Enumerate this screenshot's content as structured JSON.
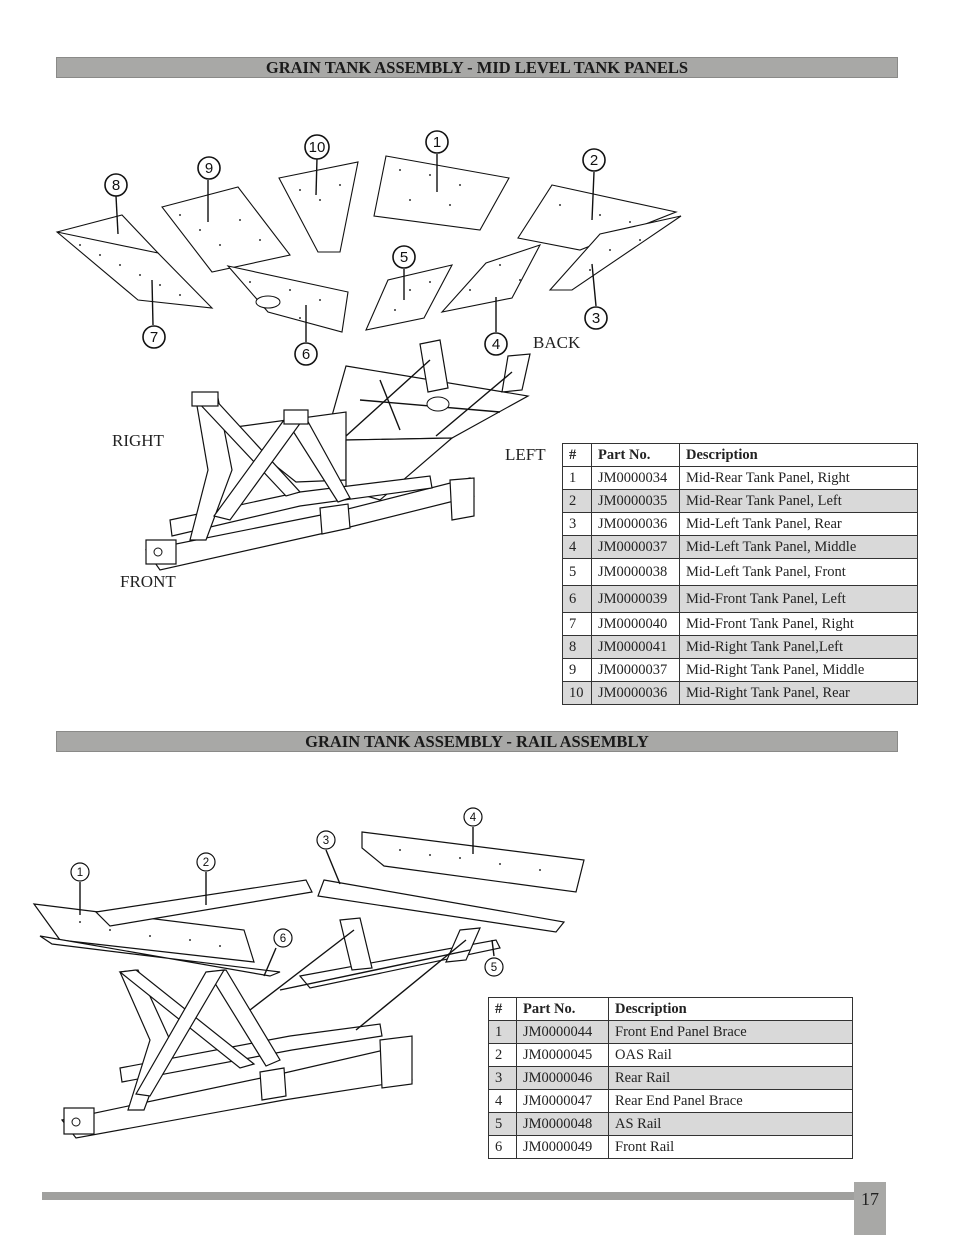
{
  "section1": {
    "title": "GRAIN TANK ASSEMBLY - MID LEVEL TANK PANELS",
    "orientation": {
      "back": "BACK",
      "right": "RIGHT",
      "left": "LEFT",
      "front": "FRONT"
    },
    "callouts": [
      "1",
      "2",
      "3",
      "4",
      "5",
      "6",
      "7",
      "8",
      "9",
      "10"
    ],
    "table": {
      "headers": [
        "#",
        "Part No.",
        "Description"
      ],
      "rows": [
        [
          "1",
          "JM0000034",
          "Mid-Rear Tank Panel, Right"
        ],
        [
          "2",
          "JM0000035",
          "Mid-Rear Tank Panel, Left"
        ],
        [
          "3",
          "JM0000036",
          "Mid-Left Tank Panel, Rear"
        ],
        [
          "4",
          "JM0000037",
          "Mid-Left Tank Panel, Middle"
        ],
        [
          "5",
          "JM0000038",
          "Mid-Left Tank Panel, Front"
        ],
        [
          "6",
          "JM0000039",
          "Mid-Front Tank Panel, Left"
        ],
        [
          "7",
          "JM0000040",
          "Mid-Front Tank Panel, Right"
        ],
        [
          "8",
          "JM0000041",
          "Mid-Right Tank Panel,Left"
        ],
        [
          "9",
          "JM0000037",
          "Mid-Right Tank Panel, Middle"
        ],
        [
          "10",
          "JM0000036",
          "Mid-Right Tank Panel, Rear"
        ]
      ]
    }
  },
  "section2": {
    "title": "GRAIN TANK ASSEMBLY - RAIL ASSEMBLY",
    "callouts": [
      "1",
      "2",
      "3",
      "4",
      "5",
      "6"
    ],
    "table": {
      "headers": [
        "#",
        "Part No.",
        "Description"
      ],
      "rows": [
        [
          "1",
          "JM0000044",
          "Front End Panel Brace"
        ],
        [
          "2",
          "JM0000045",
          "OAS Rail"
        ],
        [
          "3",
          "JM0000046",
          "Rear Rail"
        ],
        [
          "4",
          "JM0000047",
          "Rear End Panel Brace"
        ],
        [
          "5",
          "JM0000048",
          "AS Rail"
        ],
        [
          "6",
          "JM0000049",
          "Front Rail"
        ]
      ]
    }
  },
  "page_number": "17"
}
